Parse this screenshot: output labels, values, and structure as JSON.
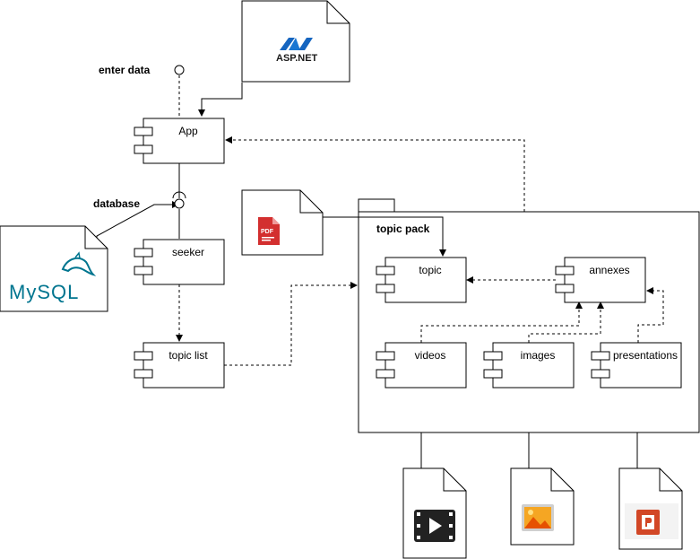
{
  "labels": {
    "enter_data": "enter data",
    "database": "database",
    "topic_pack": "topic pack"
  },
  "components": {
    "app": "App",
    "seeker": "seeker",
    "topic_list": "topic list",
    "topic": "topic",
    "annexes": "annexes",
    "videos": "videos",
    "images": "images",
    "presentations": "presentations"
  },
  "artifacts": {
    "aspnet_logo": "ASP.NET",
    "mysql_logo": "MySQL",
    "pdf_icon": "PDF"
  },
  "icons": [
    "aspnet-logo",
    "mysql-dolphin-logo",
    "pdf-icon",
    "video-icon",
    "image-icon",
    "powerpoint-icon"
  ],
  "colors": {
    "aspnet_blue": "#1565c0",
    "mysql_blue": "#00758f",
    "mysql_orange": "#f29111",
    "pdf_red": "#d32f2f",
    "image_orange": "#f5a623",
    "ppt_orange": "#d24726"
  }
}
